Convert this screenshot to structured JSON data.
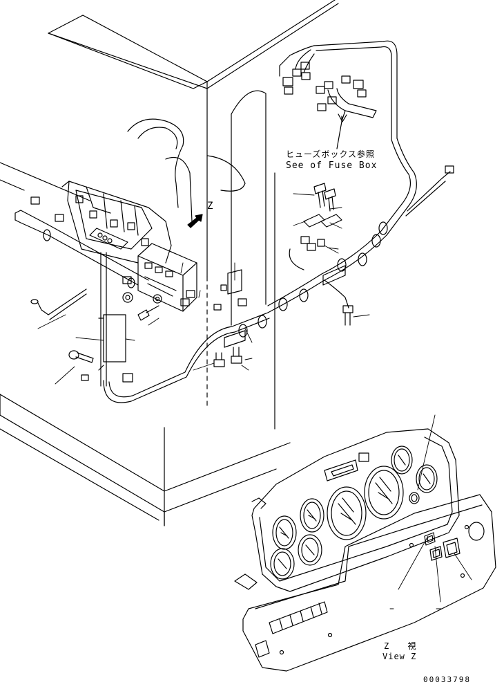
{
  "diagram": {
    "fuse_box_note_jp": "ヒューズボックス参照",
    "fuse_box_note_en": "See of Fuse Box",
    "view_marker": "Z",
    "view_label_jp": "Z 視",
    "view_label_en": "View Z",
    "drawing_number": "00033798"
  }
}
